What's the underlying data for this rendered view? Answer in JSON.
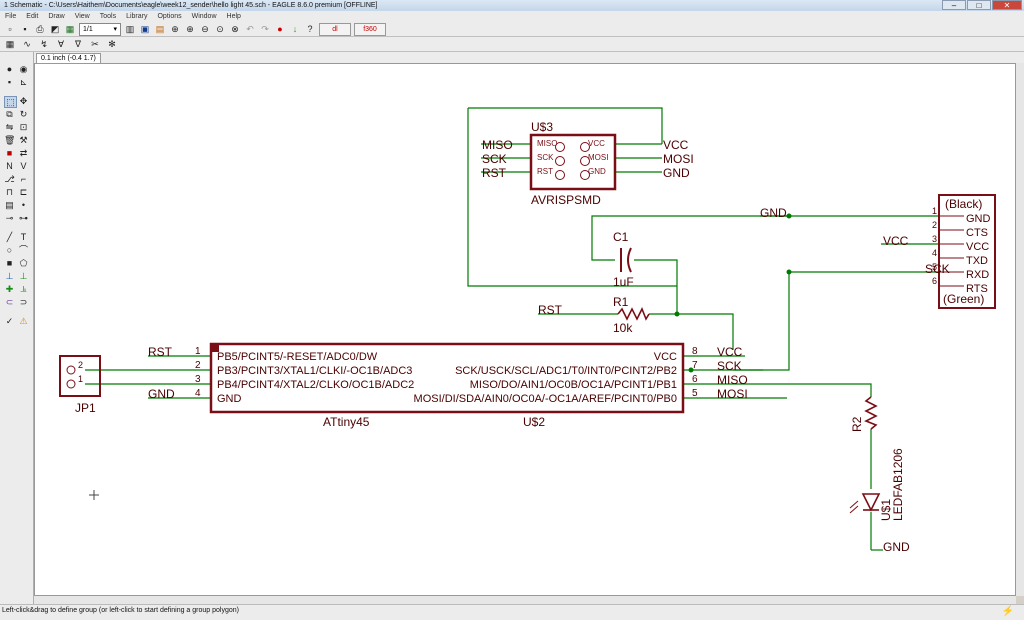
{
  "window": {
    "title": "1 Schematic - C:\\Users\\Haithem\\Documents\\eagle\\week12_sender\\hello light 45.sch - EAGLE 8.6.0 premium [OFFLINE]",
    "buttons": [
      "–",
      "□",
      "✕"
    ]
  },
  "menu": [
    "File",
    "Edit",
    "Draw",
    "View",
    "Tools",
    "Library",
    "Options",
    "Window",
    "Help"
  ],
  "toolbar": {
    "sheet_value": "1/1",
    "icons": [
      "new-icon",
      "save-icon",
      "print-icon",
      "cam-icon",
      "sheet-icon",
      "board-icon",
      "bom-icon",
      "script-icon",
      "zoom-fit-icon",
      "zoom-in-icon",
      "zoom-out-icon",
      "zoom-redraw-icon",
      "zoom-select-icon",
      "undo-icon",
      "redo-icon",
      "stop-icon",
      "go-icon",
      "help-icon",
      "design-link-icon",
      "fusion-link-icon"
    ]
  },
  "tab": {
    "label": "0.1 inch (-0.4 1.7)"
  },
  "status": {
    "text": "Left-click&drag to define group (or left-click to start defining a group polygon)"
  },
  "schematic": {
    "colors": {
      "wire": "#007a00",
      "part": "#7a0e16",
      "label": "#4a0000"
    },
    "avr": {
      "name": "U$3",
      "value": "AVRISPSMD",
      "pins_left": [
        "MISO",
        "SCK",
        "RST"
      ],
      "pins_right": [
        "VCC",
        "MOSI",
        "GND"
      ],
      "nets_left": [
        "MISO",
        "SCK",
        "RST"
      ],
      "nets_right": [
        "VCC",
        "MOSI",
        "GND"
      ]
    },
    "ftdi": {
      "top_label": "(Black)",
      "bottom_label": "(Green)",
      "pins": [
        "GND",
        "CTS",
        "VCC",
        "TXD",
        "RXD",
        "RTS"
      ],
      "pin_numbers": [
        "1",
        "2",
        "3",
        "4",
        "5",
        "6"
      ],
      "nets": {
        "gnd": "GND",
        "vcc": "VCC",
        "sck": "SCK"
      }
    },
    "cap": {
      "name": "C1",
      "value": "1uF"
    },
    "res1": {
      "name": "R1",
      "value": "10k",
      "net": "RST"
    },
    "res2": {
      "name": "R2"
    },
    "led": {
      "name": "U$1",
      "value": "LEDFAB1206",
      "net": "GND"
    },
    "jp1": {
      "name": "JP1",
      "pin_numbers": [
        "2",
        "1"
      ]
    },
    "attiny": {
      "name": "U$2",
      "value": "ATtiny45",
      "left_pins": [
        "PB5/PCINT5/-RESET/ADC0/DW",
        "PB3/PCINT3/XTAL1/CLKI/-OC1B/ADC3",
        "PB4/PCINT4/XTAL2/CLKO/OC1B/ADC2",
        "GND"
      ],
      "left_numbers": [
        "1",
        "2",
        "3",
        "4"
      ],
      "left_nets": [
        "RST",
        "GND"
      ],
      "right_pins": [
        "VCC",
        "SCK/USCK/SCL/ADC1/T0/INT0/PCINT2/PB2",
        "MISO/DO/AIN1/OC0B/OC1A/PCINT1/PB1",
        "MOSI/DI/SDA/AIN0/OC0A/-OC1A/AREF/PCINT0/PB0"
      ],
      "right_numbers": [
        "8",
        "7",
        "6",
        "5"
      ],
      "right_nets": [
        "VCC",
        "SCK",
        "MISO",
        "MOSI"
      ]
    }
  }
}
